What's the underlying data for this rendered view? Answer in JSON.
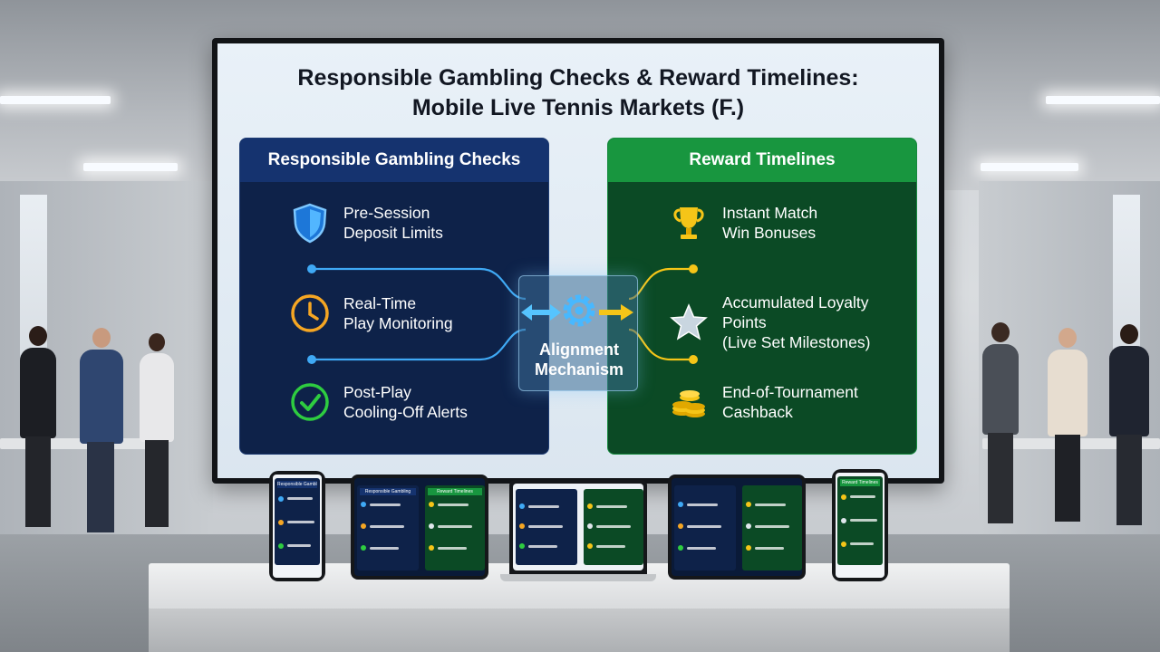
{
  "title": {
    "line1": "Responsible Gambling Checks & Reward Timelines:",
    "line2": "Mobile Live Tennis Markets (F.)"
  },
  "left_panel": {
    "heading": "Responsible Gambling Checks",
    "items": [
      {
        "icon": "shield-icon",
        "line1": "Pre-Session",
        "line2": "Deposit Limits"
      },
      {
        "icon": "clock-icon",
        "line1": "Real-Time",
        "line2": "Play Monitoring"
      },
      {
        "icon": "check-circle-icon",
        "line1": "Post-Play",
        "line2": "Cooling-Off Alerts"
      }
    ]
  },
  "right_panel": {
    "heading": "Reward Timelines",
    "items": [
      {
        "icon": "trophy-icon",
        "line1": "Instant Match",
        "line2": "Win Bonuses"
      },
      {
        "icon": "star-icon",
        "line1": "Accumulated Loyalty Points",
        "line2": "(Live Set Milestones)"
      },
      {
        "icon": "coins-icon",
        "line1": "End-of-Tournament",
        "line2": "Cashback"
      }
    ]
  },
  "center": {
    "line1": "Alignment",
    "line2": "Mechanism",
    "icon": "gear-icon"
  },
  "colors": {
    "left_panel": "#0e2249",
    "left_header": "#15336f",
    "right_panel": "#0b4a25",
    "right_header": "#18963f",
    "blue_connector": "#3fa9f5",
    "gold_connector": "#f5c518",
    "check_green": "#2ecc40",
    "clock_orange": "#f5a623"
  },
  "devices": {
    "phone_left_heading": "Responsible Gambling",
    "phone_right_heading": "Reward Timelines",
    "tablet_left_heading": "Responsible Gambling",
    "tablet_right_heading": "Reward Timelines"
  }
}
